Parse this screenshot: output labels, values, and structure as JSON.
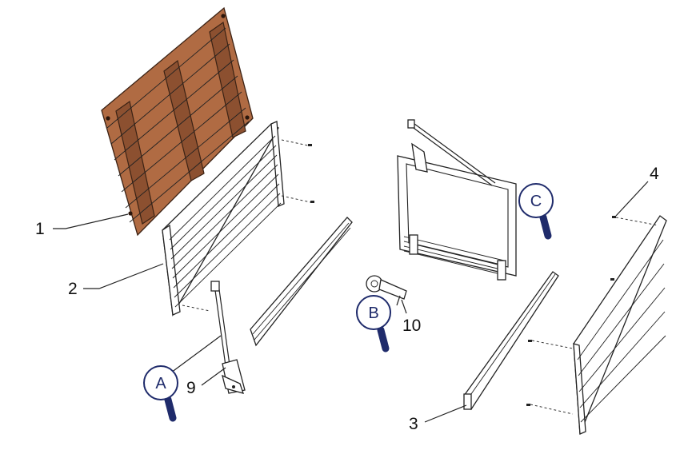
{
  "callouts": {
    "c1": "1",
    "c2": "2",
    "c3": "3",
    "c4": "4",
    "c9": "9",
    "c10": "10"
  },
  "badges": {
    "a": "A",
    "b": "B",
    "c": "C"
  },
  "colors": {
    "wood": "#b06b43",
    "badge": "#1f2b6b",
    "line": "#222222"
  },
  "icons": {
    "badge_icon": "magnifier-icon"
  }
}
